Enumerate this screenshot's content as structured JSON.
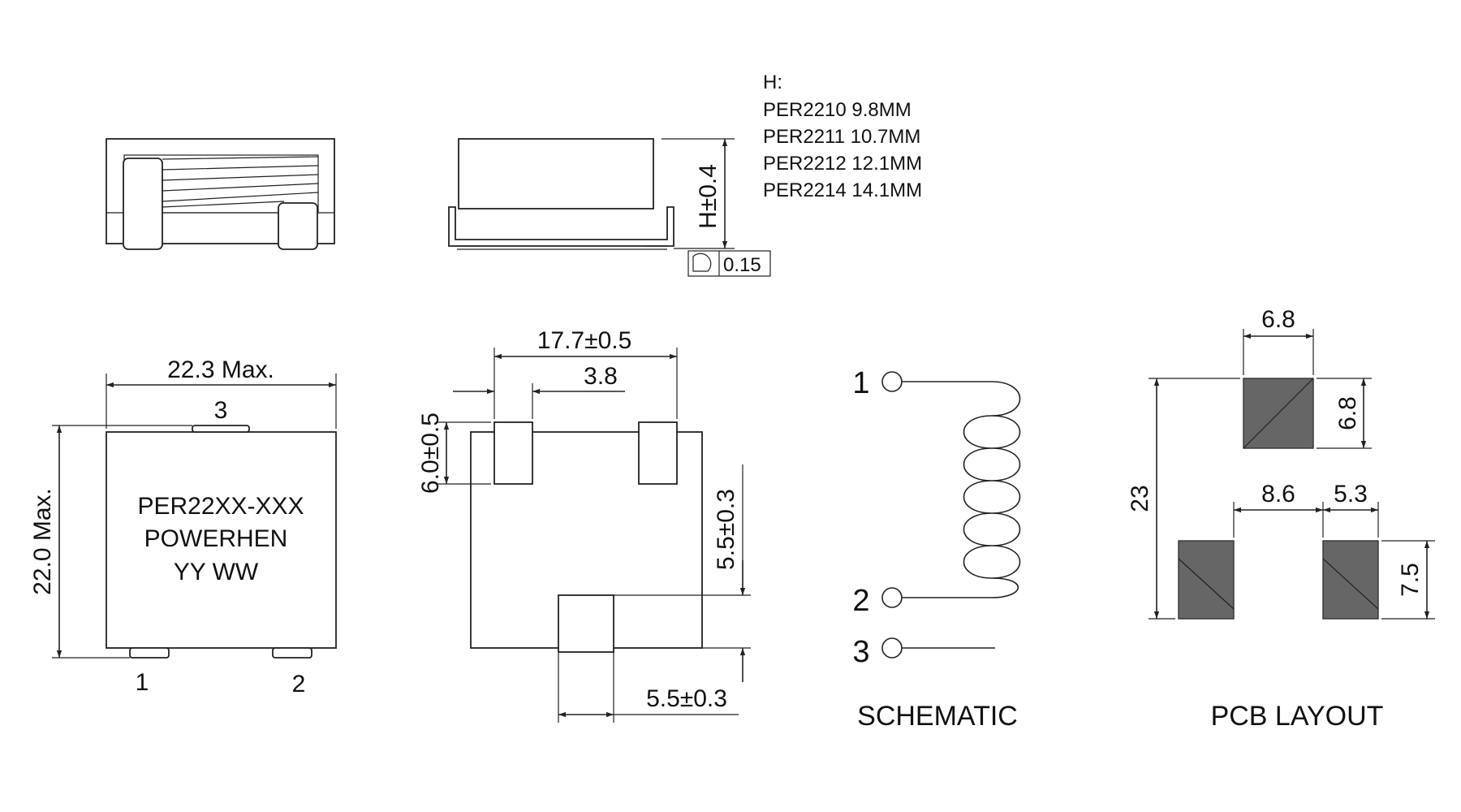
{
  "height_table": {
    "heading": "H:",
    "rows": [
      "PER2210  9.8MM",
      "PER2211 10.7MM",
      "PER2212 12.1MM",
      "PER2214 14.1MM"
    ]
  },
  "side_view": {
    "height_dim": "H±0.4",
    "coplanarity": "0.15"
  },
  "top_view": {
    "width_dim": "22.3 Max.",
    "height_dim": "22.0 Max.",
    "pin_top": "3",
    "pin_left": "1",
    "pin_right": "2",
    "marking": [
      "PER22XX-XXX",
      "POWERHEN",
      "YY WW"
    ]
  },
  "bottom_view": {
    "span_dim": "17.7±0.5",
    "pad_width_dim": "3.8",
    "pad_height_dim": "6.0±0.5",
    "side_dim": "5.5±0.3",
    "bottom_dim": "5.5±0.3"
  },
  "schematic": {
    "pin1": "1",
    "pin2": "2",
    "pin3": "3",
    "title": "SCHEMATIC"
  },
  "pcb_layout": {
    "top_pad_width": "6.8",
    "top_pad_height": "6.8",
    "total_height": "23",
    "gap": "8.6",
    "pad_width": "5.3",
    "pad_height": "7.5",
    "title": "PCB LAYOUT"
  }
}
